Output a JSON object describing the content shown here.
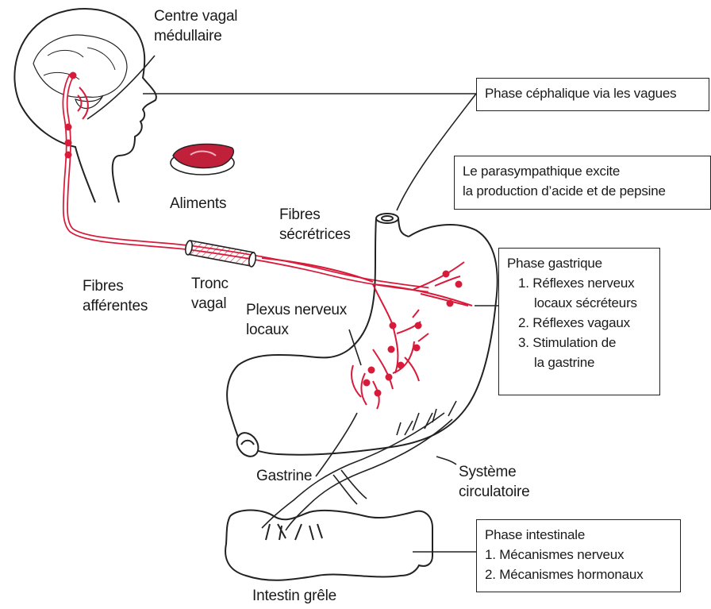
{
  "labels": {
    "centre_vagal_l1": "Centre vagal",
    "centre_vagal_l2": "médullaire",
    "aliments": "Aliments",
    "fibres_secretrices_l1": "Fibres",
    "fibres_secretrices_l2": "sécrétrices",
    "fibres_afferentes_l1": "Fibres",
    "fibres_afferentes_l2": "afférentes",
    "tronc_vagal_l1": "Tronc",
    "tronc_vagal_l2": "vagal",
    "plexus_l1": "Plexus nerveux",
    "plexus_l2": "locaux",
    "gastrine": "Gastrine",
    "systeme_l1": "Système",
    "systeme_l2": "circulatoire",
    "intestin": "Intestin grêle"
  },
  "boxes": {
    "cephalique": {
      "text": "Phase céphalique via les vagues"
    },
    "parasympathique": {
      "line1": "Le parasympathique excite",
      "line2": "la production d’acide et de pepsine"
    },
    "gastrique": {
      "title": "Phase gastrique",
      "items": [
        "1. Réflexes nerveux",
        "locaux sécréteurs",
        "2. Réflexes vagaux",
        "3. Stimulation de",
        "la gastrine"
      ]
    },
    "intestinale": {
      "title": "Phase intestinale",
      "items": [
        "1. Mécanismes nerveux",
        "2. Mécanismes hormonaux"
      ]
    }
  },
  "colors": {
    "nerve": "#d81b3a",
    "outline": "#222222",
    "food": "#c0203a"
  }
}
